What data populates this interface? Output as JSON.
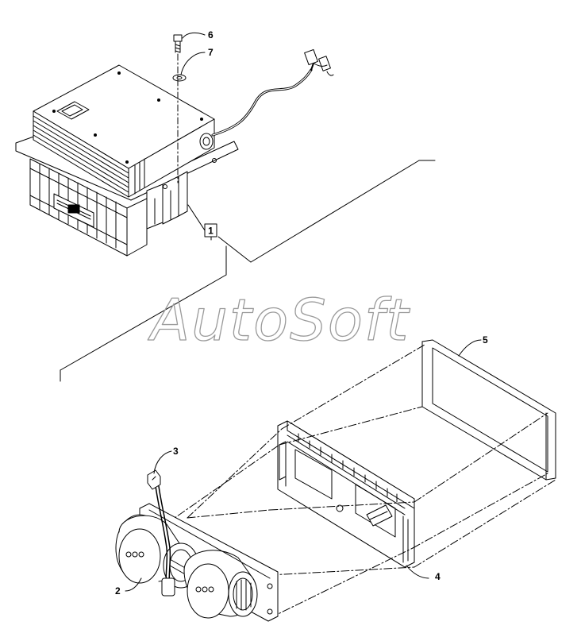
{
  "watermark": "AutoSoft",
  "callouts": [
    {
      "id": "1",
      "label": "1"
    },
    {
      "id": "2",
      "label": "2"
    },
    {
      "id": "3",
      "label": "3"
    },
    {
      "id": "4",
      "label": "4"
    },
    {
      "id": "5",
      "label": "5"
    },
    {
      "id": "6",
      "label": "6"
    },
    {
      "id": "7",
      "label": "7"
    }
  ],
  "colors": {
    "line": "#000000",
    "watermark": "#9a9a9a",
    "background": "#ffffff"
  }
}
